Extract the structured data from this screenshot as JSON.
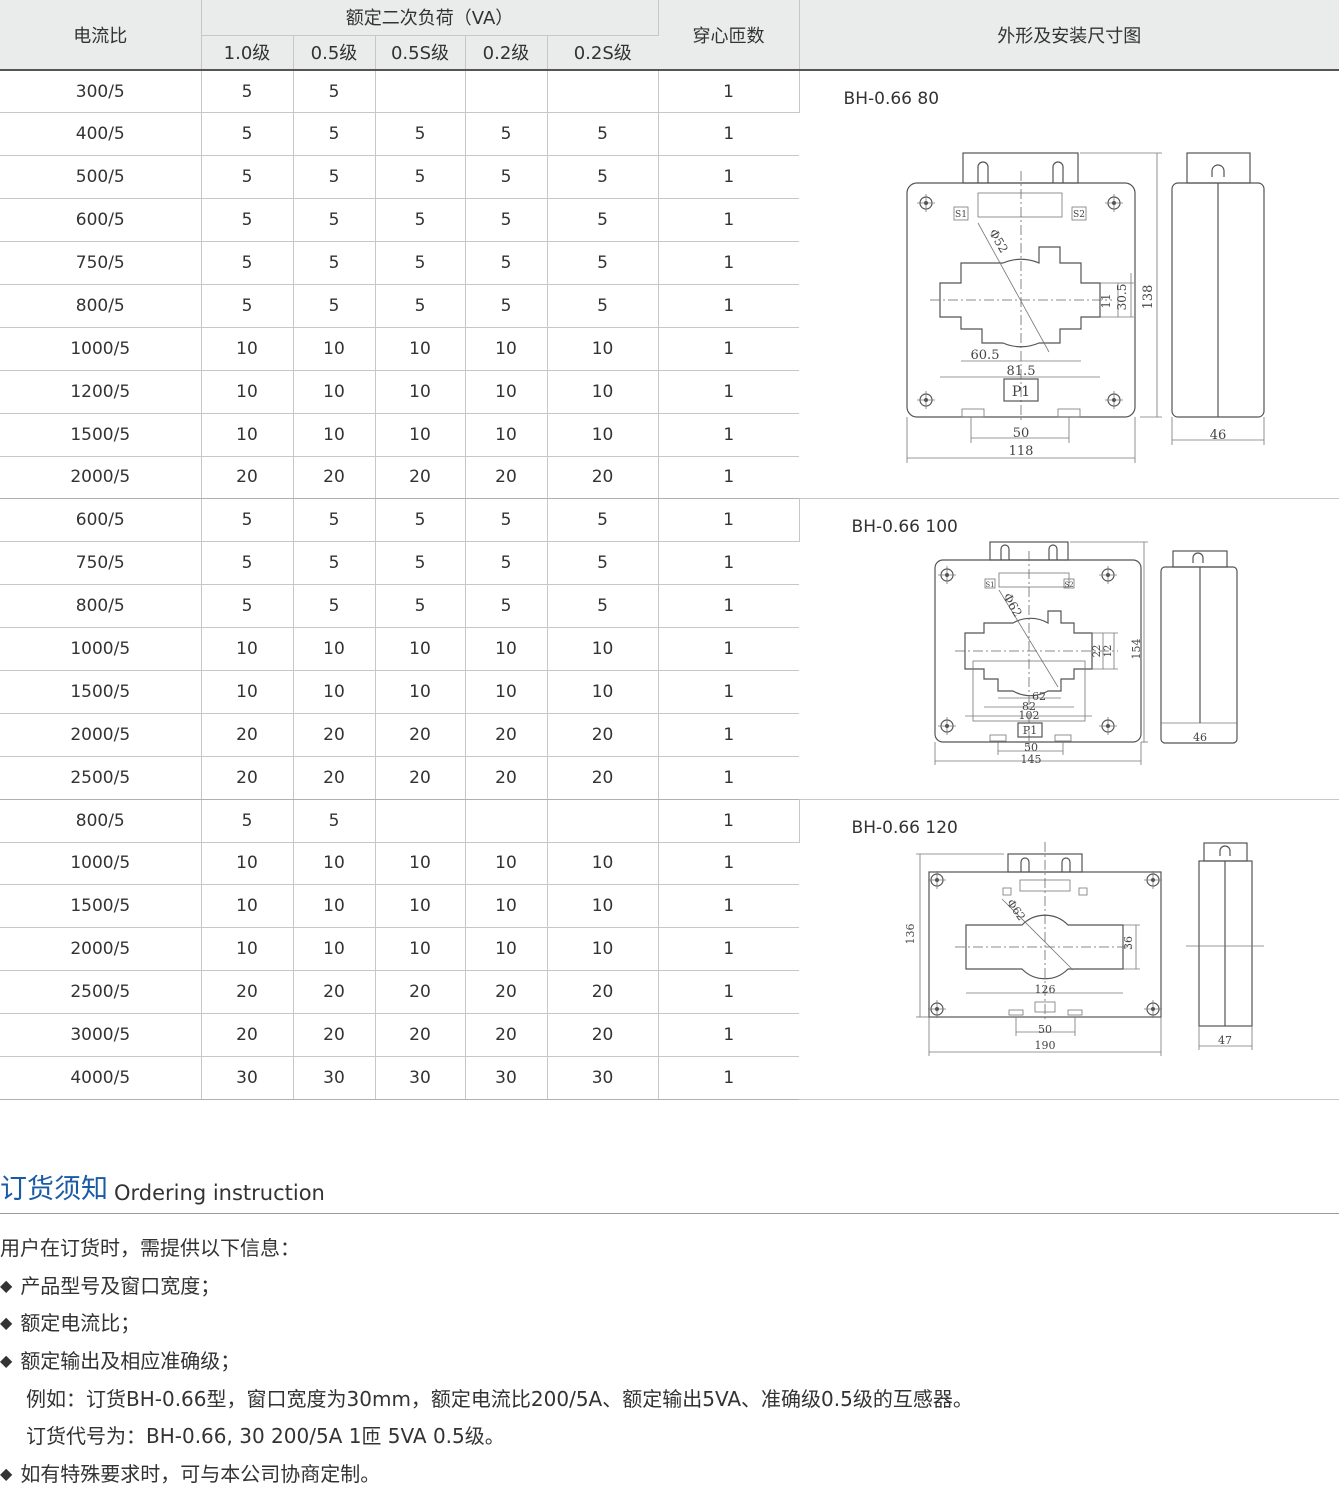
{
  "table": {
    "headers": {
      "ratio": "电流比",
      "burden": "额定二次负荷（VA）",
      "grades": [
        "1.0级",
        "0.5级",
        "0.5S级",
        "0.2级",
        "0.2S级"
      ],
      "turns": "穿心匝数",
      "drawing": "外形及安装尺寸图"
    },
    "groups": [
      {
        "model": "BH-0.66 80",
        "rows": [
          [
            "300/5",
            "5",
            "5",
            "",
            "",
            "",
            "1"
          ],
          [
            "400/5",
            "5",
            "5",
            "5",
            "5",
            "5",
            "1"
          ],
          [
            "500/5",
            "5",
            "5",
            "5",
            "5",
            "5",
            "1"
          ],
          [
            "600/5",
            "5",
            "5",
            "5",
            "5",
            "5",
            "1"
          ],
          [
            "750/5",
            "5",
            "5",
            "5",
            "5",
            "5",
            "1"
          ],
          [
            "800/5",
            "5",
            "5",
            "5",
            "5",
            "5",
            "1"
          ],
          [
            "1000/5",
            "10",
            "10",
            "10",
            "10",
            "10",
            "1"
          ],
          [
            "1200/5",
            "10",
            "10",
            "10",
            "10",
            "10",
            "1"
          ],
          [
            "1500/5",
            "10",
            "10",
            "10",
            "10",
            "10",
            "1"
          ],
          [
            "2000/5",
            "20",
            "20",
            "20",
            "20",
            "20",
            "1"
          ]
        ],
        "dims": {
          "hole": "Φ52",
          "d1": "11",
          "d2": "30.5",
          "h": "138",
          "w1": "60.5",
          "w2": "81.5",
          "mount": "50",
          "width": "118",
          "depth": "46",
          "s1": "S1",
          "s2": "S2",
          "p1": "P1"
        }
      },
      {
        "model": "BH-0.66 100",
        "rows": [
          [
            "600/5",
            "5",
            "5",
            "5",
            "5",
            "5",
            "1"
          ],
          [
            "750/5",
            "5",
            "5",
            "5",
            "5",
            "5",
            "1"
          ],
          [
            "800/5",
            "5",
            "5",
            "5",
            "5",
            "5",
            "1"
          ],
          [
            "1000/5",
            "10",
            "10",
            "10",
            "10",
            "10",
            "1"
          ],
          [
            "1500/5",
            "10",
            "10",
            "10",
            "10",
            "10",
            "1"
          ],
          [
            "2000/5",
            "20",
            "20",
            "20",
            "20",
            "20",
            "1"
          ],
          [
            "2500/5",
            "20",
            "20",
            "20",
            "20",
            "20",
            "1"
          ]
        ],
        "dims": {
          "hole": "Φ62",
          "d1": "12",
          "d2": "22",
          "h": "154",
          "w1": "62",
          "w2": "82",
          "w3": "102",
          "mount": "50",
          "width": "145",
          "depth": "46",
          "s1": "S1",
          "s2": "S2",
          "p1": "P1"
        }
      },
      {
        "model": "BH-0.66 120",
        "rows": [
          [
            "800/5",
            "5",
            "5",
            "",
            "",
            "",
            "1"
          ],
          [
            "1000/5",
            "10",
            "10",
            "10",
            "10",
            "10",
            "1"
          ],
          [
            "1500/5",
            "10",
            "10",
            "10",
            "10",
            "10",
            "1"
          ],
          [
            "2000/5",
            "10",
            "10",
            "10",
            "10",
            "10",
            "1"
          ],
          [
            "2500/5",
            "20",
            "20",
            "20",
            "20",
            "20",
            "1"
          ],
          [
            "3000/5",
            "20",
            "20",
            "20",
            "20",
            "20",
            "1"
          ],
          [
            "4000/5",
            "30",
            "30",
            "30",
            "30",
            "30",
            "1"
          ]
        ],
        "dims": {
          "hole": "Φ62",
          "d1": "36",
          "h": "136",
          "w1": "126",
          "mount": "50",
          "width": "190",
          "depth": "47"
        }
      }
    ]
  },
  "ordering": {
    "title_cn": "订货须知",
    "title_en": "Ordering instruction",
    "intro": "用户在订货时，需提供以下信息：",
    "bullet_symbol": "◆",
    "items": [
      {
        "type": "bullet",
        "text": "产品型号及窗口宽度；"
      },
      {
        "type": "bullet",
        "text": "额定电流比；"
      },
      {
        "type": "bullet",
        "text": "额定输出及相应准确级；"
      },
      {
        "type": "indent",
        "text": "例如：订货BH-0.66型，窗口宽度为30mm，额定电流比200/5A、额定输出5VA、准确级0.5级的互感器。"
      },
      {
        "type": "indent",
        "text": "订货代号为：BH-0.66, 30 200/5A 1匝 5VA 0.5级。"
      },
      {
        "type": "bullet",
        "text": "如有特殊要求时，可与本公司协商定制。"
      }
    ]
  }
}
